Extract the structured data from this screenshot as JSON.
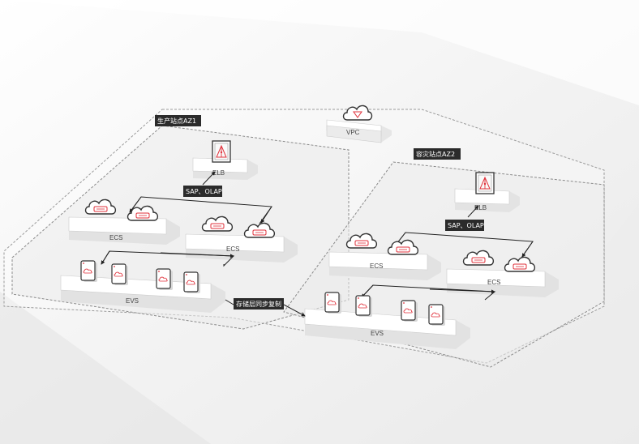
{
  "vpc": {
    "label": "VPC"
  },
  "az1": {
    "tag": "生产站点AZ1",
    "elb_label": "ELB",
    "protocol_tag": "SAP、OLAP",
    "ecs_label_1": "ECS",
    "ecs_label_2": "ECS",
    "evs_label": "EVS"
  },
  "az2": {
    "tag": "容灾站点AZ2",
    "elb_label": "ELB",
    "protocol_tag": "SAP、OLAP",
    "ecs_label_1": "ECS",
    "ecs_label_2": "ECS",
    "evs_label": "EVS"
  },
  "replication": {
    "tag": "存储层同步复制"
  },
  "colors": {
    "accent": "#e0313b",
    "tag_bg": "#2b2b2b",
    "dash": "#9a9a9a"
  },
  "icons": [
    "cloud-icon",
    "elb-icon",
    "server-icon",
    "disk-icon"
  ]
}
